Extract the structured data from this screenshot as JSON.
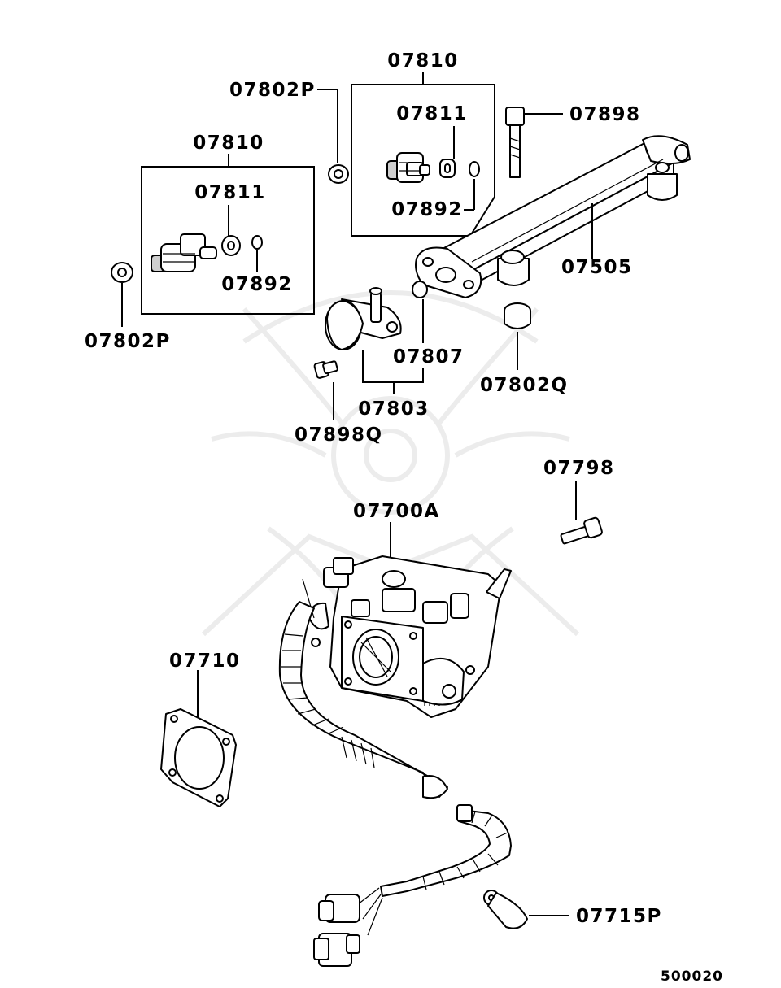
{
  "diagram": {
    "reference_code": "500020",
    "labels": {
      "group_right_header": "07810",
      "group_right_injector": "07811",
      "group_right_oring": "07892",
      "group_left_header": "07810",
      "group_left_injector": "07811",
      "group_left_oring": "07892",
      "insulator_top": "07802P",
      "insulator_left": "07802P",
      "bolt_top": "07898",
      "fuel_rail": "07505",
      "regulator_oring": "07807",
      "insulator_rail": "07802Q",
      "pressure_regulator": "07803",
      "regulator_bolt": "07898Q",
      "throttle_bolt": "07798",
      "throttle_body": "07700A",
      "gasket": "07710",
      "harness_clip": "07715P"
    }
  }
}
